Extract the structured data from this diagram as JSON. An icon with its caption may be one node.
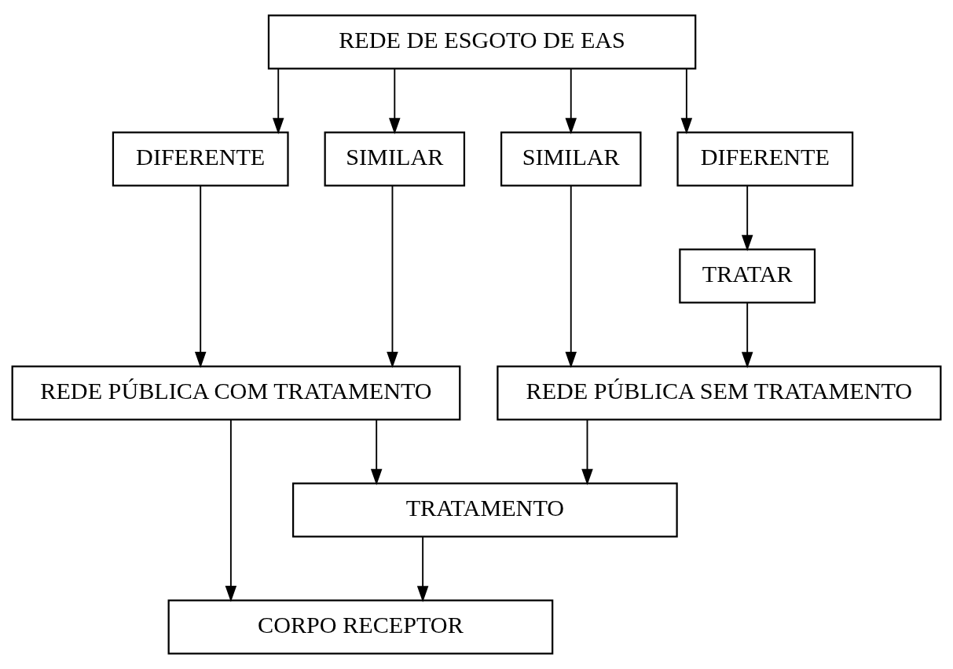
{
  "diagram": {
    "nodes": [
      {
        "text": [
          "REDE DE ESGOTO DE EAS"
        ]
      },
      {
        "text": [
          "DIFERENTE"
        ]
      },
      {
        "text": [
          "SIMILAR"
        ]
      },
      {
        "text": [
          "SIMILAR"
        ]
      },
      {
        "text": [
          "DIFERENTE"
        ]
      },
      {
        "text": [
          "TRATAR"
        ]
      },
      {
        "text": [
          "REDE PÚBLICA COM TRATAMENTO"
        ]
      },
      {
        "text": [
          "REDE PÚBLICA SEM TRATAMENTO"
        ]
      },
      {
        "text": [
          "TRATAMENTO"
        ]
      },
      {
        "text": [
          "CORPO RECEPTOR"
        ]
      }
    ],
    "edges": [
      {
        "from": 0,
        "to": 1,
        "arrow": "to"
      },
      {
        "from": 0,
        "to": 2,
        "arrow": "to"
      },
      {
        "from": 0,
        "to": 3,
        "arrow": "to"
      },
      {
        "from": 0,
        "to": 4,
        "arrow": "to"
      },
      {
        "from": 1,
        "to": 6,
        "arrow": "to"
      },
      {
        "from": 2,
        "to": 6,
        "arrow": "to"
      },
      {
        "from": 3,
        "to": 7,
        "arrow": "to"
      },
      {
        "from": 4,
        "to": 5,
        "arrow": "to"
      },
      {
        "from": 5,
        "to": 7,
        "arrow": "to"
      },
      {
        "from": 6,
        "to": 8,
        "arrow": "to"
      },
      {
        "from": 7,
        "to": 8,
        "arrow": "to"
      },
      {
        "from": 8,
        "to": 9,
        "arrow": "to"
      },
      {
        "from": 6,
        "to": 9,
        "arrow": "to"
      }
    ]
  }
}
